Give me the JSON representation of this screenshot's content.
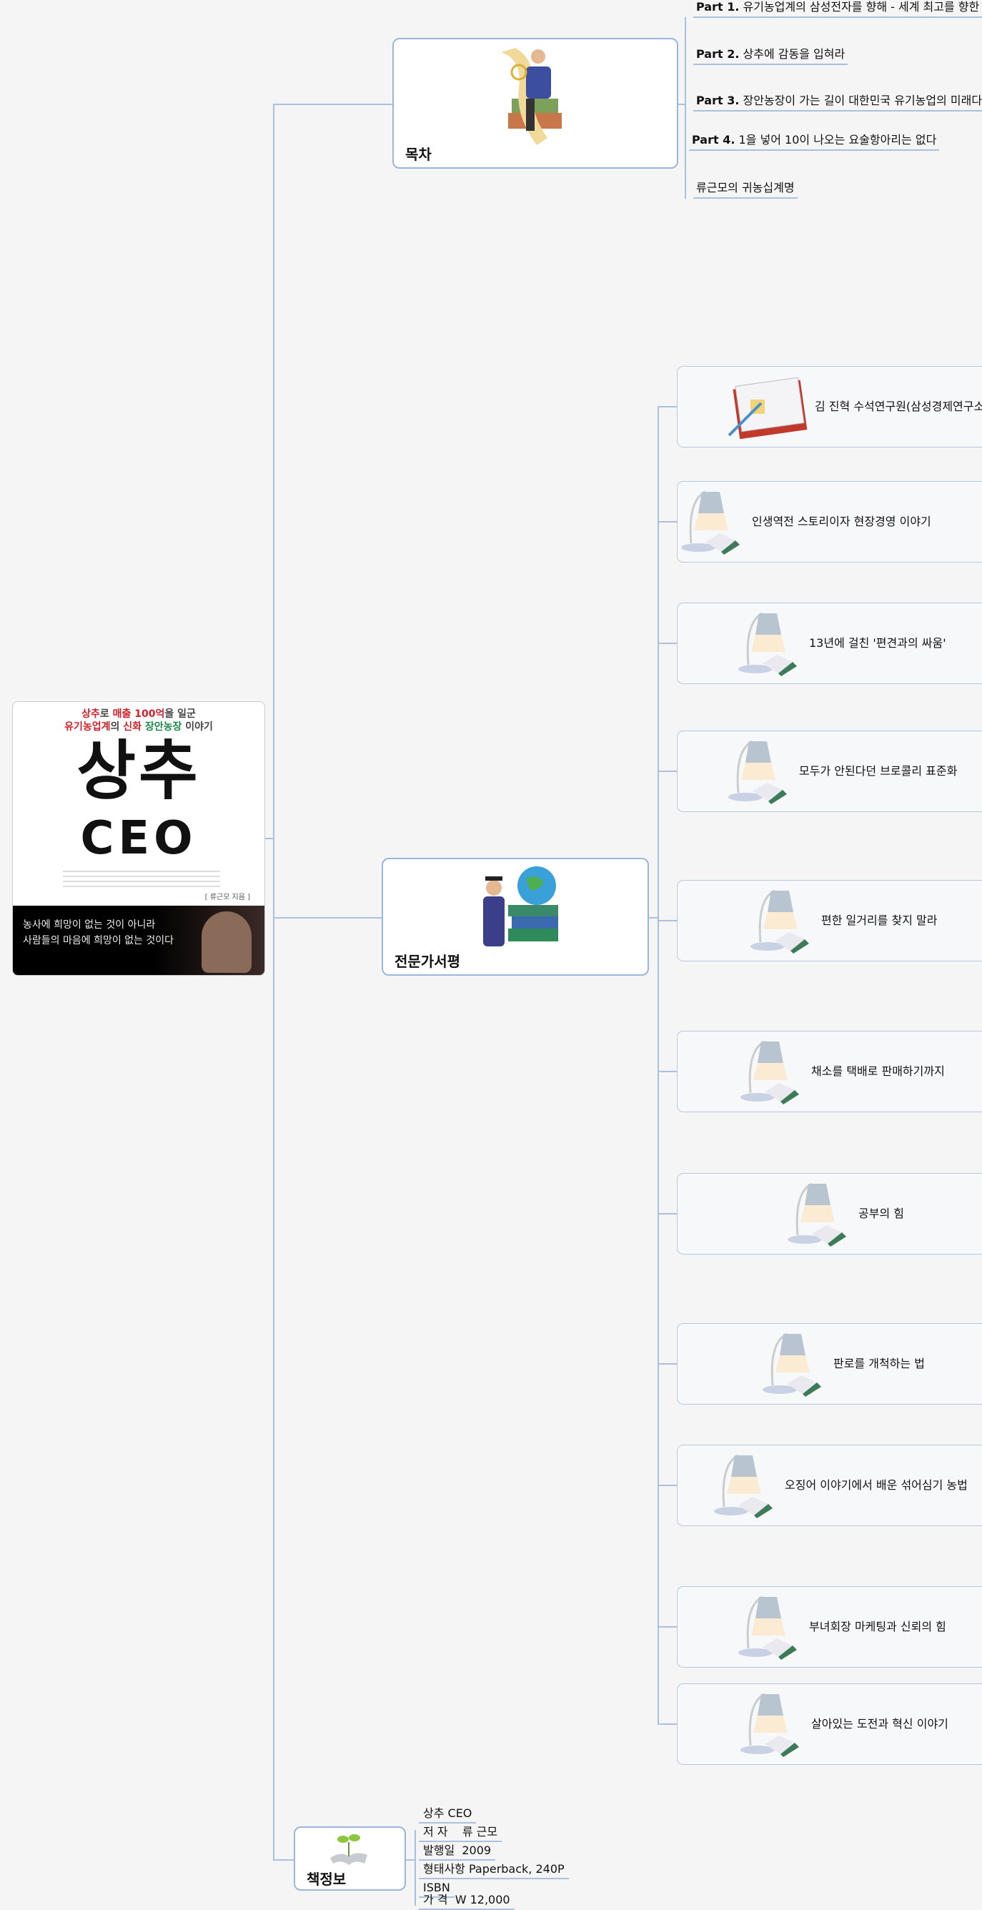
{
  "toc_node": {
    "title": "목차",
    "items": [
      {
        "part": "Part 1.",
        "text": "유기농업계의 삼성전자를 향해 - 세계 최고를 향한"
      },
      {
        "part": "Part 2.",
        "text": "상추에 감동을 입혀라"
      },
      {
        "part": "Part 3.",
        "text": "장안농장이 가는 길이 대한민국 유기농업의 미래다"
      },
      {
        "part": "Part 4.",
        "text": "1을 넣어 10이 나오는 요술항아리는 없다"
      },
      {
        "part": "",
        "text": "류근모의 귀농십계명"
      }
    ]
  },
  "cover": {
    "tagline1a": "상추",
    "tagline1b": "로 ",
    "tagline1c": "매출 100억",
    "tagline1d": "을 일군",
    "tagline2a": "유기농업계",
    "tagline2b": "의 ",
    "tagline2c": "신화 ",
    "tagline2d": "장안농장",
    "tagline2e": " 이야기",
    "title_line1": "상추",
    "title_line2": "CEO",
    "author": "[ 류근모 지음 ]",
    "quote1": "농사에 희망이 없는 것이 아니라",
    "quote2": "사람들의 마음에 희망이 없는 것이다"
  },
  "review_node": {
    "title": "전문가서평",
    "items": [
      "김 진혁 수석연구원(삼성경제연구소)",
      "인생역전 스토리이자 현장경영 이야기",
      "13년에 걸친 '편견과의 싸움'",
      "모두가 안된다던 브로콜리 표준화",
      "편한 일거리를 찾지 말라",
      "채소를 택배로 판매하기까지",
      "공부의 힘",
      "판로를 개척하는 법",
      "오징어 이야기에서 배운 섞어심기 농법",
      "부녀회장 마케팅과 신뢰의 힘",
      "살아있는 도전과 혁신 이야기"
    ]
  },
  "info_node": {
    "title": "책정보",
    "items": [
      "상추 CEO",
      "저 자    류 근모",
      "발행일  2009",
      "형태사항 Paperback, 240P",
      "ISBN",
      "가 격  W 12,000"
    ]
  },
  "colors": {
    "line": "#a9c0de",
    "red": "#d0202a",
    "green": "#1f8a4c"
  }
}
